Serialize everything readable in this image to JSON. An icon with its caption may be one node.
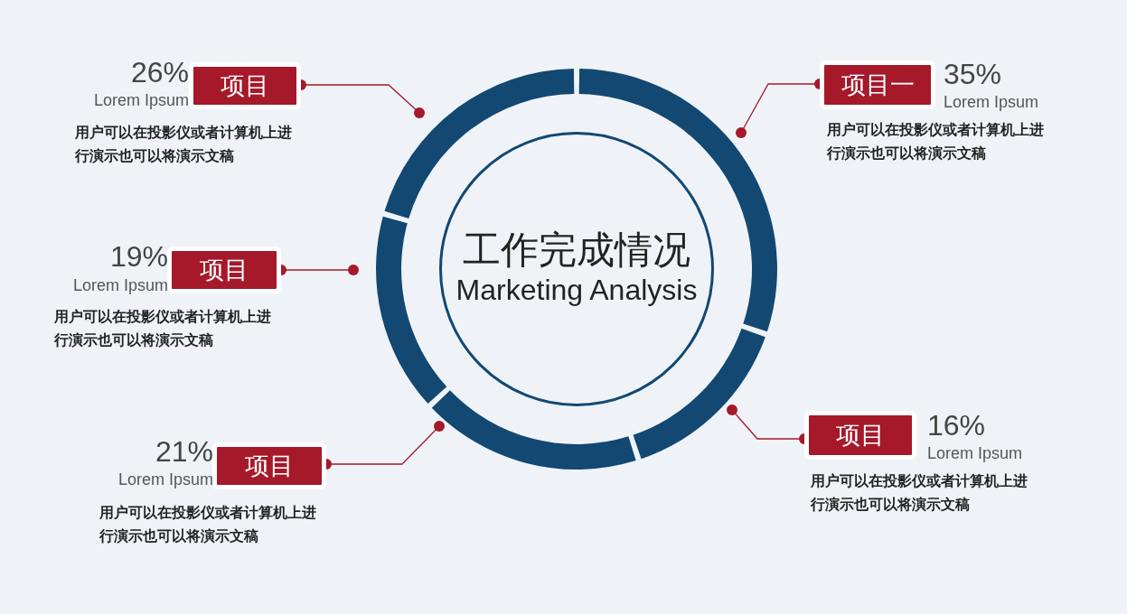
{
  "diagram": {
    "nodes": [
      {
        "text": [
          "工作完成情况",
          "Marketing Analysis"
        ]
      },
      {
        "text": [],
        "shape": "arc"
      },
      {
        "text": [],
        "shape": "arc"
      },
      {
        "text": [],
        "shape": "arc"
      },
      {
        "text": [],
        "shape": "arc"
      },
      {
        "text": [],
        "shape": "arc"
      },
      {
        "text": [
          "项目一"
        ],
        "beside": [
          "35%",
          "Lorem Ipsum",
          "用户可以在投影仪或者计算机上进行演示也可以将演示文稿"
        ]
      },
      {
        "text": [
          "项目"
        ],
        "beside": [
          "16%",
          "Lorem Ipsum",
          "用户可以在投影仪或者计算机上进行演示也可以将演示文稿"
        ]
      },
      {
        "text": [
          "项目"
        ],
        "beside": [
          "21%",
          "Lorem Ipsum",
          "用户可以在投影仪或者计算机上进行演示也可以将演示文稿"
        ]
      },
      {
        "text": [
          "项目"
        ],
        "beside": [
          "19%",
          "Lorem Ipsum",
          "用户可以在投影仪或者计算机上进行演示也可以将演示文稿"
        ]
      },
      {
        "text": [
          "项目"
        ],
        "beside": [
          "26%",
          "Lorem Ipsum",
          "用户可以在投影仪或者计算机上进行演示也可以将演示文稿"
        ]
      }
    ],
    "edges": [
      {
        "from": 6,
        "to": 1,
        "arrow": "other"
      },
      {
        "from": 7,
        "to": 2,
        "arrow": "other"
      },
      {
        "from": 8,
        "to": 3,
        "arrow": "other"
      },
      {
        "from": 9,
        "to": 4,
        "arrow": "other"
      },
      {
        "from": 10,
        "to": 5,
        "arrow": "other"
      }
    ]
  }
}
